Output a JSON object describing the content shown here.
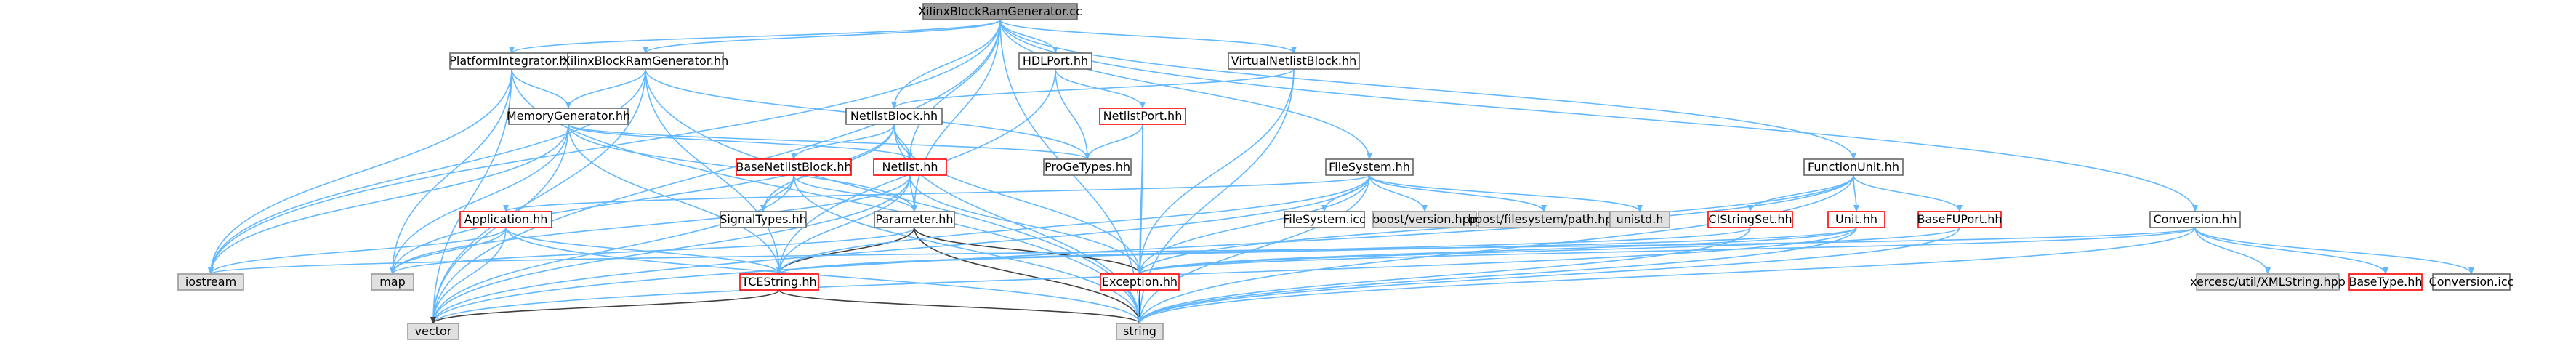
{
  "colors": {
    "root_fill": "#999999",
    "normal_fill": "#ffffff",
    "normal_border": "#666666",
    "red_border": "#ff0000",
    "gray_fill": "#e0e0e0",
    "gray_border": "#999999",
    "edge_blue": "#63b8ff",
    "edge_dark": "#404040"
  },
  "nodes": [
    {
      "id": "root",
      "label": "XilinxBlockRamGenerator.cc",
      "style": "root"
    },
    {
      "id": "pi",
      "label": "PlatformIntegrator.hh",
      "style": "normal"
    },
    {
      "id": "xbrg",
      "label": "XilinxBlockRamGenerator.hh",
      "style": "normal"
    },
    {
      "id": "hdlport",
      "label": "HDLPort.hh",
      "style": "normal"
    },
    {
      "id": "vnb",
      "label": "VirtualNetlistBlock.hh",
      "style": "normal"
    },
    {
      "id": "conversion",
      "label": "Conversion.hh",
      "style": "normal"
    },
    {
      "id": "memgen",
      "label": "MemoryGenerator.hh",
      "style": "normal"
    },
    {
      "id": "netlistport",
      "label": "NetlistPort.hh",
      "style": "red"
    },
    {
      "id": "netlistblock",
      "label": "NetlistBlock.hh",
      "style": "normal"
    },
    {
      "id": "progetypes",
      "label": "ProGeTypes.hh",
      "style": "normal"
    },
    {
      "id": "basenb",
      "label": "BaseNetlistBlock.hh",
      "style": "red"
    },
    {
      "id": "netlist",
      "label": "Netlist.hh",
      "style": "red"
    },
    {
      "id": "filesystem",
      "label": "FileSystem.hh",
      "style": "normal"
    },
    {
      "id": "functionunit",
      "label": "FunctionUnit.hh",
      "style": "normal"
    },
    {
      "id": "application",
      "label": "Application.hh",
      "style": "red"
    },
    {
      "id": "signaltypes",
      "label": "SignalTypes.hh",
      "style": "normal"
    },
    {
      "id": "parameter",
      "label": "Parameter.hh",
      "style": "normal"
    },
    {
      "id": "filesystemicc",
      "label": "FileSystem.icc",
      "style": "normal"
    },
    {
      "id": "boostversion",
      "label": "boost/version.hpp",
      "style": "gray"
    },
    {
      "id": "boostfs",
      "label": "boost/filesystem/path.hpp",
      "style": "gray"
    },
    {
      "id": "unistd",
      "label": "unistd.h",
      "style": "gray"
    },
    {
      "id": "cistringset",
      "label": "CIStringSet.hh",
      "style": "red"
    },
    {
      "id": "unit",
      "label": "Unit.hh",
      "style": "red"
    },
    {
      "id": "basefuport",
      "label": "BaseFUPort.hh",
      "style": "red"
    },
    {
      "id": "iostream",
      "label": "iostream",
      "style": "gray"
    },
    {
      "id": "map",
      "label": "map",
      "style": "gray"
    },
    {
      "id": "tcestring",
      "label": "TCEString.hh",
      "style": "red"
    },
    {
      "id": "exception",
      "label": "Exception.hh",
      "style": "red"
    },
    {
      "id": "xercesc",
      "label": "xercesc/util/XMLString.hpp",
      "style": "gray"
    },
    {
      "id": "basetype",
      "label": "BaseType.hh",
      "style": "red"
    },
    {
      "id": "conversionicc",
      "label": "Conversion.icc",
      "style": "normal"
    },
    {
      "id": "vector",
      "label": "vector",
      "style": "gray"
    },
    {
      "id": "string",
      "label": "string",
      "style": "gray"
    }
  ],
  "edges": [
    [
      "root",
      "pi"
    ],
    [
      "root",
      "xbrg"
    ],
    [
      "root",
      "hdlport"
    ],
    [
      "root",
      "vnb"
    ],
    [
      "root",
      "conversion"
    ],
    [
      "root",
      "netlist"
    ],
    [
      "root",
      "netlistblock"
    ],
    [
      "root",
      "filesystem"
    ],
    [
      "root",
      "functionunit"
    ],
    [
      "root",
      "parameter"
    ],
    [
      "root",
      "iostream"
    ],
    [
      "root",
      "vector"
    ],
    [
      "root",
      "string"
    ],
    [
      "pi",
      "memgen"
    ],
    [
      "pi",
      "map"
    ],
    [
      "pi",
      "vector"
    ],
    [
      "pi",
      "string"
    ],
    [
      "pi",
      "iostream"
    ],
    [
      "xbrg",
      "memgen"
    ],
    [
      "xbrg",
      "progetypes"
    ],
    [
      "xbrg",
      "tcestring"
    ],
    [
      "xbrg",
      "iostream"
    ],
    [
      "xbrg",
      "vector"
    ],
    [
      "xbrg",
      "string"
    ],
    [
      "hdlport",
      "netlistport"
    ],
    [
      "hdlport",
      "progetypes"
    ],
    [
      "hdlport",
      "tcestring"
    ],
    [
      "vnb",
      "netlistblock"
    ],
    [
      "vnb",
      "exception"
    ],
    [
      "vnb",
      "string"
    ],
    [
      "memgen",
      "netlist"
    ],
    [
      "memgen",
      "parameter"
    ],
    [
      "memgen",
      "tcestring"
    ],
    [
      "memgen",
      "map"
    ],
    [
      "memgen",
      "iostream"
    ],
    [
      "memgen",
      "vector"
    ],
    [
      "memgen",
      "progetypes"
    ],
    [
      "netlistport",
      "progetypes"
    ],
    [
      "netlistport",
      "exception"
    ],
    [
      "netlistport",
      "string"
    ],
    [
      "netlistblock",
      "basenb"
    ],
    [
      "netlistblock",
      "netlist"
    ],
    [
      "netlistblock",
      "signaltypes"
    ],
    [
      "netlistblock",
      "exception"
    ],
    [
      "netlistblock",
      "map"
    ],
    [
      "netlistblock",
      "string"
    ],
    [
      "basenb",
      "parameter"
    ],
    [
      "basenb",
      "signaltypes"
    ],
    [
      "basenb",
      "vector"
    ],
    [
      "basenb",
      "string"
    ],
    [
      "netlist",
      "parameter"
    ],
    [
      "netlist",
      "exception"
    ],
    [
      "netlist",
      "tcestring"
    ],
    [
      "netlist",
      "map"
    ],
    [
      "netlist",
      "vector"
    ],
    [
      "parameter",
      "tcestring"
    ],
    [
      "parameter",
      "exception"
    ],
    [
      "parameter",
      "string"
    ],
    [
      "parameter",
      "map"
    ],
    [
      "filesystem",
      "filesystemicc"
    ],
    [
      "filesystem",
      "boostversion"
    ],
    [
      "filesystem",
      "boostfs"
    ],
    [
      "filesystem",
      "unistd"
    ],
    [
      "filesystem",
      "application"
    ],
    [
      "filesystem",
      "exception"
    ],
    [
      "filesystem",
      "tcestring"
    ],
    [
      "filesystem",
      "vector"
    ],
    [
      "filesystem",
      "string"
    ],
    [
      "functionunit",
      "cistringset"
    ],
    [
      "functionunit",
      "unit"
    ],
    [
      "functionunit",
      "basefuport"
    ],
    [
      "functionunit",
      "exception"
    ],
    [
      "functionunit",
      "string"
    ],
    [
      "functionunit",
      "vector"
    ],
    [
      "application",
      "iostream"
    ],
    [
      "application",
      "map"
    ],
    [
      "application",
      "vector"
    ],
    [
      "application",
      "string"
    ],
    [
      "application",
      "tcestring"
    ],
    [
      "cistringset",
      "string"
    ],
    [
      "cistringset",
      "tcestring"
    ],
    [
      "unit",
      "exception"
    ],
    [
      "unit",
      "string"
    ],
    [
      "unit",
      "vector"
    ],
    [
      "unit",
      "tcestring"
    ],
    [
      "basefuport",
      "exception"
    ],
    [
      "basefuport",
      "string"
    ],
    [
      "tcestring",
      "string"
    ],
    [
      "tcestring",
      "vector"
    ],
    [
      "exception",
      "string"
    ],
    [
      "conversion",
      "xercesc"
    ],
    [
      "conversion",
      "basetype"
    ],
    [
      "conversion",
      "conversionicc"
    ],
    [
      "conversion",
      "exception"
    ],
    [
      "conversion",
      "string"
    ],
    [
      "conversion",
      "iostream"
    ]
  ]
}
